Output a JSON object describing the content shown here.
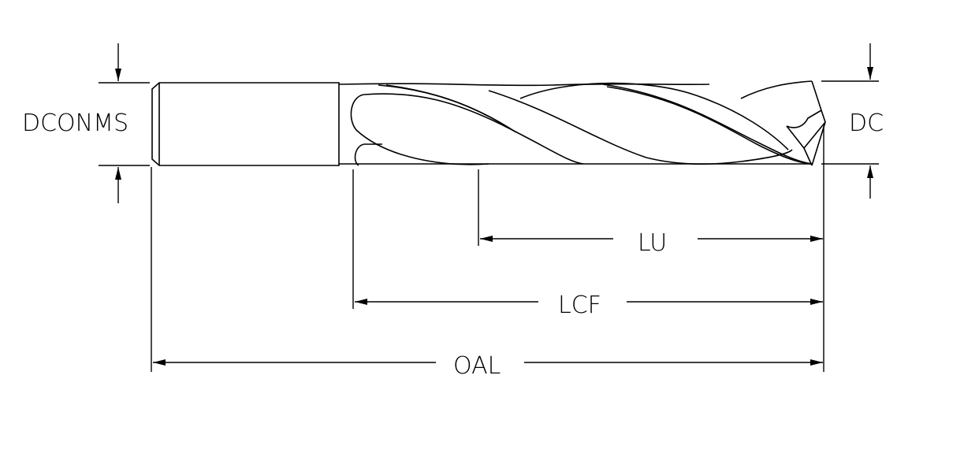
{
  "labels": {
    "dconms": "DCONMS",
    "dc": "DC",
    "lu": "LU",
    "lcf": "LCF",
    "oal": "OAL"
  }
}
